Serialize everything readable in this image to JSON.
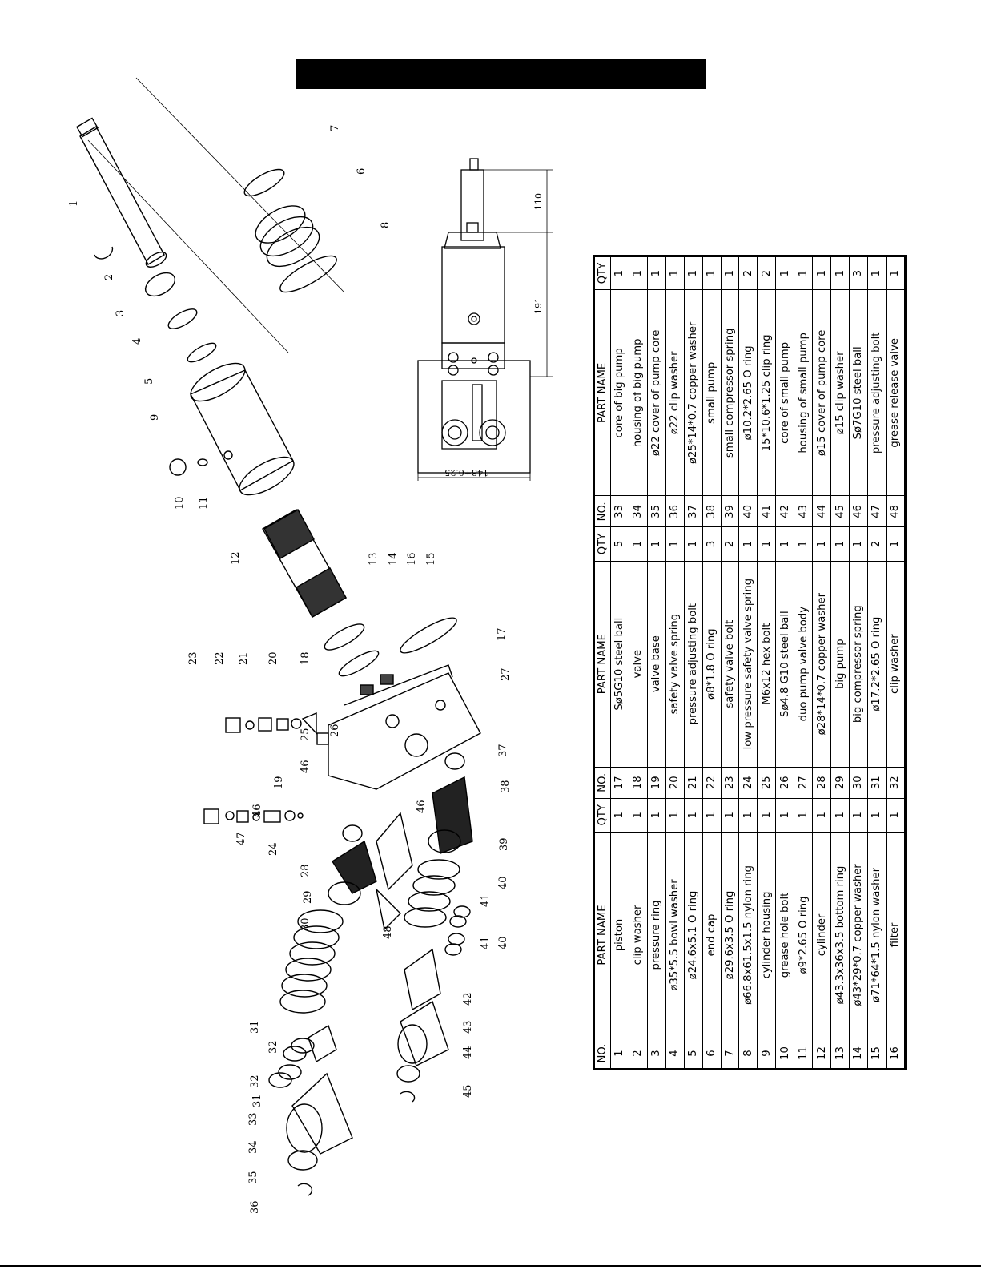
{
  "table": {
    "header": {
      "no": "NO.",
      "part_name": "PART NAME",
      "qty": "QTY"
    },
    "rows": [
      [
        {
          "no": "1",
          "name": "piston",
          "qty": "1"
        },
        {
          "no": "17",
          "name": "Sø5G10 steel ball",
          "qty": "5"
        },
        {
          "no": "33",
          "name": "core of big pump",
          "qty": "1"
        }
      ],
      [
        {
          "no": "2",
          "name": "clip washer",
          "qty": "1"
        },
        {
          "no": "18",
          "name": "valve",
          "qty": "1"
        },
        {
          "no": "34",
          "name": "housing of big pump",
          "qty": "1"
        }
      ],
      [
        {
          "no": "3",
          "name": "pressure ring",
          "qty": "1"
        },
        {
          "no": "19",
          "name": "valve base",
          "qty": "1"
        },
        {
          "no": "35",
          "name": "ø22 cover of pump core",
          "qty": "1"
        }
      ],
      [
        {
          "no": "4",
          "name": "ø35*5.5 bowl washer",
          "qty": "1"
        },
        {
          "no": "20",
          "name": "safety valve spring",
          "qty": "1"
        },
        {
          "no": "36",
          "name": "ø22 clip washer",
          "qty": "1"
        }
      ],
      [
        {
          "no": "5",
          "name": "ø24.6x5.1 O ring",
          "qty": "1"
        },
        {
          "no": "21",
          "name": "pressure adjusting bolt",
          "qty": "1"
        },
        {
          "no": "37",
          "name": "ø25*14*0.7 copper washer",
          "qty": "1"
        }
      ],
      [
        {
          "no": "6",
          "name": "end cap",
          "qty": "1"
        },
        {
          "no": "22",
          "name": "ø8*1.8 O ring",
          "qty": "3"
        },
        {
          "no": "38",
          "name": "small pump",
          "qty": "1"
        }
      ],
      [
        {
          "no": "7",
          "name": "ø29.6x3.5 O ring",
          "qty": "1"
        },
        {
          "no": "23",
          "name": "safety valve bolt",
          "qty": "2"
        },
        {
          "no": "39",
          "name": "small compressor spring",
          "qty": "1"
        }
      ],
      [
        {
          "no": "8",
          "name": "ø66.8x61.5x1.5 nylon ring",
          "qty": "1"
        },
        {
          "no": "24",
          "name": "low pressure safety valve spring",
          "qty": "1"
        },
        {
          "no": "40",
          "name": "ø10.2*2.65 O ring",
          "qty": "2"
        }
      ],
      [
        {
          "no": "9",
          "name": "cylinder housing",
          "qty": "1"
        },
        {
          "no": "25",
          "name": "M6x12 hex bolt",
          "qty": "1"
        },
        {
          "no": "41",
          "name": "15*10.6*1.25 clip ring",
          "qty": "2"
        }
      ],
      [
        {
          "no": "10",
          "name": "grease hole bolt",
          "qty": "1"
        },
        {
          "no": "26",
          "name": "Sø4.8 G10 steel ball",
          "qty": "1"
        },
        {
          "no": "42",
          "name": "core of small pump",
          "qty": "1"
        }
      ],
      [
        {
          "no": "11",
          "name": "ø9*2.65 O ring",
          "qty": "1"
        },
        {
          "no": "27",
          "name": "duo pump valve body",
          "qty": "1"
        },
        {
          "no": "43",
          "name": "housing of small pump",
          "qty": "1"
        }
      ],
      [
        {
          "no": "12",
          "name": "cylinder",
          "qty": "1"
        },
        {
          "no": "28",
          "name": "ø28*14*0.7 copper washer",
          "qty": "1"
        },
        {
          "no": "44",
          "name": "ø15 cover of pump core",
          "qty": "1"
        }
      ],
      [
        {
          "no": "13",
          "name": "ø43.3x36x3.5 bottom ring",
          "qty": "1"
        },
        {
          "no": "29",
          "name": "big pump",
          "qty": "1"
        },
        {
          "no": "45",
          "name": "ø15 clip washer",
          "qty": "1"
        }
      ],
      [
        {
          "no": "14",
          "name": "ø43*29*0.7 copper washer",
          "qty": "1"
        },
        {
          "no": "30",
          "name": "big compressor spring",
          "qty": "1"
        },
        {
          "no": "46",
          "name": "Sø7G10 steel ball",
          "qty": "3"
        }
      ],
      [
        {
          "no": "15",
          "name": "ø71*64*1.5 nylon washer",
          "qty": "1"
        },
        {
          "no": "31",
          "name": "ø17.2*2.65 O ring",
          "qty": "2"
        },
        {
          "no": "47",
          "name": "pressure adjusting bolt",
          "qty": "1"
        }
      ],
      [
        {
          "no": "16",
          "name": "filter",
          "qty": "1"
        },
        {
          "no": "32",
          "name": "clip washer",
          "qty": "1"
        },
        {
          "no": "48",
          "name": "grease release valve",
          "qty": "1"
        }
      ]
    ]
  },
  "dimensions": {
    "overall": "191",
    "top": "110",
    "width": "148±0.25"
  },
  "callouts": [
    "1",
    "2",
    "3",
    "4",
    "5",
    "6",
    "7",
    "8",
    "9",
    "10",
    "11",
    "12",
    "13",
    "14",
    "15",
    "16",
    "17",
    "18",
    "19",
    "20",
    "21",
    "22",
    "23",
    "24",
    "25",
    "26",
    "27",
    "28",
    "29",
    "30",
    "31",
    "32",
    "33",
    "34",
    "35",
    "36",
    "37",
    "38",
    "39",
    "40",
    "41",
    "42",
    "43",
    "44",
    "45",
    "46",
    "47",
    "48"
  ]
}
